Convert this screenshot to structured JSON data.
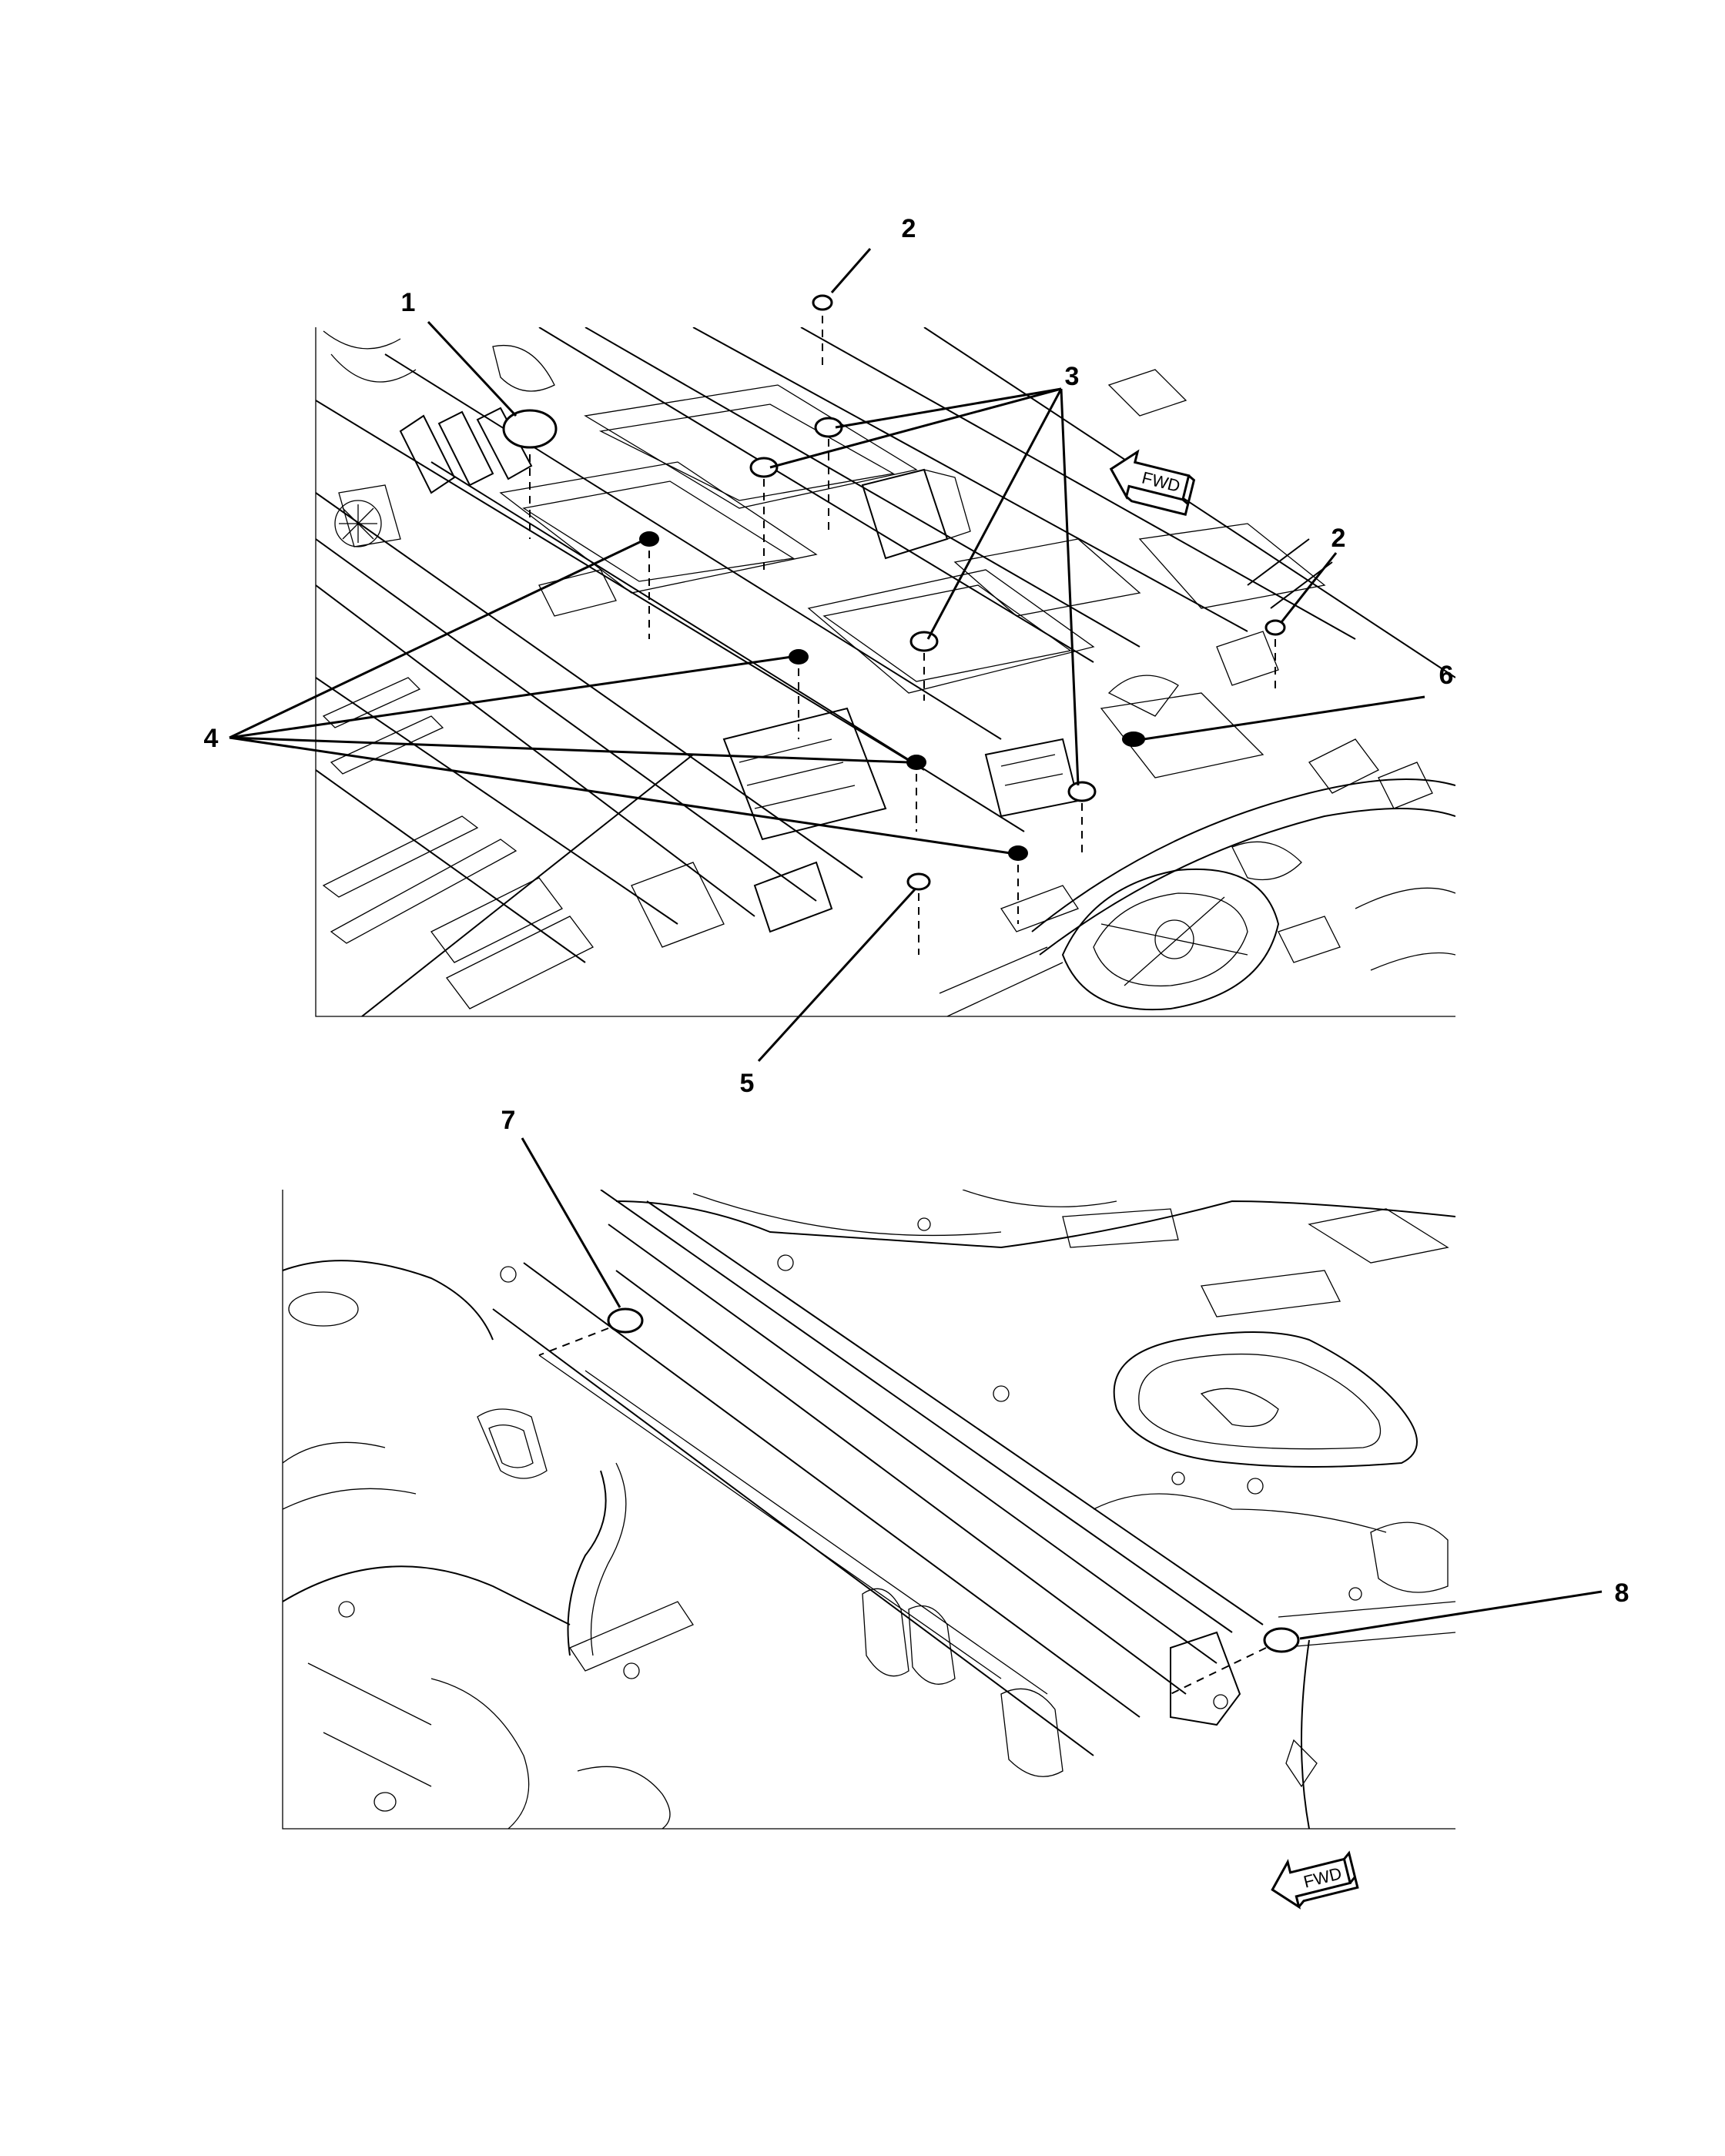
{
  "callouts": {
    "c1": "1",
    "c2a": "2",
    "c2b": "2",
    "c3": "3",
    "c4": "4",
    "c5": "5",
    "c6": "6",
    "c7": "7",
    "c8": "8"
  },
  "fwd_arrows": {
    "upper": "FWD",
    "lower": "FWD"
  },
  "icons": {
    "plug": "hole-plug-icon",
    "arrow": "forward-direction-arrow-icon"
  }
}
